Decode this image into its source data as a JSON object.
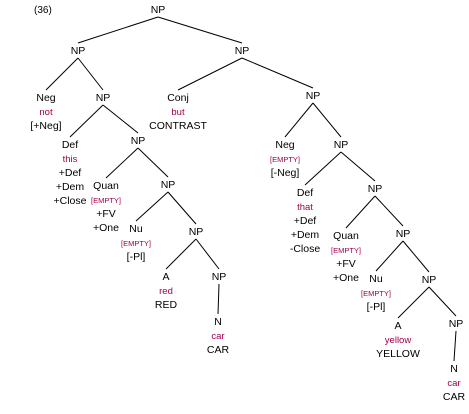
{
  "example_number": "(36)",
  "colors": {
    "text": "#000000",
    "gloss": "#a0004e",
    "lines": "#000000",
    "background": "#ffffff"
  },
  "nodes": [
    {
      "id": "root",
      "lines": [
        {
          "t": "NP"
        }
      ]
    },
    {
      "id": "np_left",
      "lines": [
        {
          "t": "NP"
        }
      ]
    },
    {
      "id": "np_right",
      "lines": [
        {
          "t": "NP"
        }
      ]
    },
    {
      "id": "neg1",
      "lines": [
        {
          "t": "Neg"
        },
        {
          "t": "not",
          "c": "gloss"
        },
        {
          "t": "[+Neg]"
        }
      ]
    },
    {
      "id": "np_l2",
      "lines": [
        {
          "t": "NP"
        }
      ]
    },
    {
      "id": "def1",
      "lines": [
        {
          "t": "Def"
        },
        {
          "t": "this",
          "c": "gloss"
        },
        {
          "t": "+Def"
        },
        {
          "t": "+Dem"
        },
        {
          "t": "+Close"
        }
      ]
    },
    {
      "id": "np_l3",
      "lines": [
        {
          "t": "NP"
        }
      ]
    },
    {
      "id": "quan1",
      "lines": [
        {
          "t": "Quan"
        },
        {
          "t": "[EMPTY]",
          "c": "empty"
        },
        {
          "t": "+FV"
        },
        {
          "t": "+One"
        }
      ]
    },
    {
      "id": "np_l4",
      "lines": [
        {
          "t": "NP"
        }
      ]
    },
    {
      "id": "nu1",
      "lines": [
        {
          "t": "Nu"
        },
        {
          "t": "[EMPTY]",
          "c": "empty"
        },
        {
          "t": "[-Pl]"
        }
      ]
    },
    {
      "id": "np_l5",
      "lines": [
        {
          "t": "NP"
        }
      ]
    },
    {
      "id": "a1",
      "lines": [
        {
          "t": "A"
        },
        {
          "t": "red",
          "c": "gloss"
        },
        {
          "t": "RED"
        }
      ]
    },
    {
      "id": "np_l6",
      "lines": [
        {
          "t": "NP"
        }
      ]
    },
    {
      "id": "n1",
      "lines": [
        {
          "t": "N"
        },
        {
          "t": "car",
          "c": "gloss"
        },
        {
          "t": "CAR"
        }
      ]
    },
    {
      "id": "conj",
      "lines": [
        {
          "t": "Conj"
        },
        {
          "t": "but",
          "c": "gloss"
        },
        {
          "t": "CONTRAST"
        }
      ]
    },
    {
      "id": "np_r2",
      "lines": [
        {
          "t": "NP"
        }
      ]
    },
    {
      "id": "neg2",
      "lines": [
        {
          "t": "Neg"
        },
        {
          "t": "[EMPTY]",
          "c": "empty"
        },
        {
          "t": "[-Neg]"
        }
      ]
    },
    {
      "id": "np_r3",
      "lines": [
        {
          "t": "NP"
        }
      ]
    },
    {
      "id": "def2",
      "lines": [
        {
          "t": "Def"
        },
        {
          "t": "that",
          "c": "gloss"
        },
        {
          "t": "+Def"
        },
        {
          "t": "+Dem"
        },
        {
          "t": "-Close"
        }
      ]
    },
    {
      "id": "np_r4",
      "lines": [
        {
          "t": "NP"
        }
      ]
    },
    {
      "id": "quan2",
      "lines": [
        {
          "t": "Quan"
        },
        {
          "t": "[EMPTY]",
          "c": "empty"
        },
        {
          "t": "+FV"
        },
        {
          "t": "+One"
        }
      ]
    },
    {
      "id": "np_r5",
      "lines": [
        {
          "t": "NP"
        }
      ]
    },
    {
      "id": "nu2",
      "lines": [
        {
          "t": "Nu"
        },
        {
          "t": "[EMPTY]",
          "c": "empty"
        },
        {
          "t": "[-Pl]"
        }
      ]
    },
    {
      "id": "np_r6",
      "lines": [
        {
          "t": "NP"
        }
      ]
    },
    {
      "id": "a2",
      "lines": [
        {
          "t": "A"
        },
        {
          "t": "yellow",
          "c": "gloss"
        },
        {
          "t": "YELLOW"
        }
      ]
    },
    {
      "id": "np_r7",
      "lines": [
        {
          "t": "NP"
        }
      ]
    },
    {
      "id": "n2",
      "lines": [
        {
          "t": "N"
        },
        {
          "t": "car",
          "c": "gloss"
        },
        {
          "t": "CAR"
        }
      ]
    }
  ],
  "edges": [
    [
      "root",
      "np_left"
    ],
    [
      "root",
      "np_right"
    ],
    [
      "np_left",
      "neg1"
    ],
    [
      "np_left",
      "np_l2"
    ],
    [
      "np_l2",
      "def1"
    ],
    [
      "np_l2",
      "np_l3"
    ],
    [
      "np_l3",
      "quan1"
    ],
    [
      "np_l3",
      "np_l4"
    ],
    [
      "np_l4",
      "nu1"
    ],
    [
      "np_l4",
      "np_l5"
    ],
    [
      "np_l5",
      "a1"
    ],
    [
      "np_l5",
      "np_l6"
    ],
    [
      "np_l6",
      "n1"
    ],
    [
      "np_right",
      "conj"
    ],
    [
      "np_right",
      "np_r2"
    ],
    [
      "np_r2",
      "neg2"
    ],
    [
      "np_r2",
      "np_r3"
    ],
    [
      "np_r3",
      "def2"
    ],
    [
      "np_r3",
      "np_r4"
    ],
    [
      "np_r4",
      "quan2"
    ],
    [
      "np_r4",
      "np_r5"
    ],
    [
      "np_r5",
      "nu2"
    ],
    [
      "np_r5",
      "np_r6"
    ],
    [
      "np_r6",
      "a2"
    ],
    [
      "np_r6",
      "np_r7"
    ],
    [
      "np_r7",
      "n2"
    ]
  ]
}
